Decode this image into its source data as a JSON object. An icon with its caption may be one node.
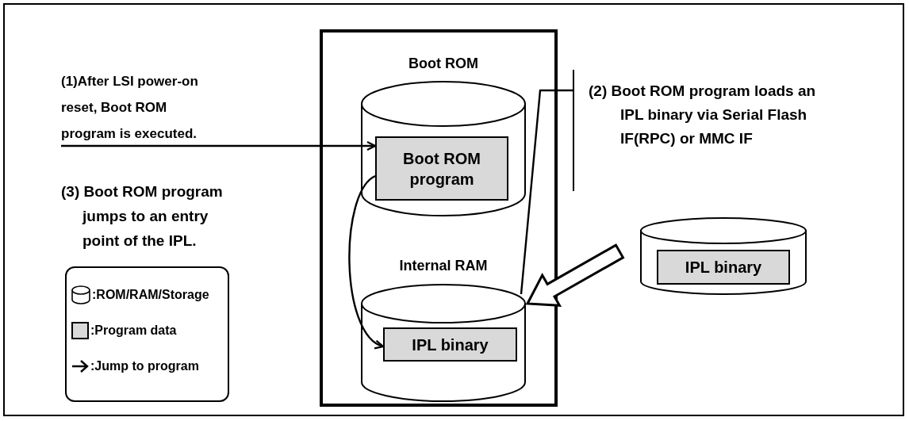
{
  "diagram": {
    "nodes": [
      {
        "text": [],
        "shape": "box"
      },
      {
        "text": [
          "Boot ROM"
        ],
        "in": 0
      },
      {
        "text": [
          "Boot ROM program"
        ],
        "in": 1
      },
      {
        "text": [
          "Internal RAM"
        ],
        "in": 0
      },
      {
        "text": [
          "IPL binary"
        ],
        "in": 3
      },
      {
        "text": [
          "(2) Boot ROM program loads an IPL binary via Serial Flash IF(RPC) or MMC IF"
        ]
      },
      {
        "text": [],
        "shape": "cylinder"
      },
      {
        "text": [
          "IPL binary"
        ],
        "in": 6
      },
      {
        "text": [
          "(1)After LSI power-on reset, Boot ROM program is executed."
        ]
      }
    ],
    "edges": [
      {
        "from": 8,
        "to": 2,
        "arrow": "to"
      },
      {
        "from": 2,
        "to": 4,
        "arrow": "to"
      },
      {
        "from": 6,
        "to": 3,
        "arrow": "to",
        "style": "thick"
      },
      {
        "from": 5,
        "to": 3,
        "arrow": "none"
      }
    ],
    "labels": [
      "(3) Boot ROM program jumps to an entry point of the IPL."
    ],
    "legend": [
      {
        "text": ":ROM/RAM/Storage"
      },
      {
        "text": ":Program data",
        "color": "#d9d9d9"
      },
      {
        "text": ":Jump to program"
      }
    ]
  }
}
